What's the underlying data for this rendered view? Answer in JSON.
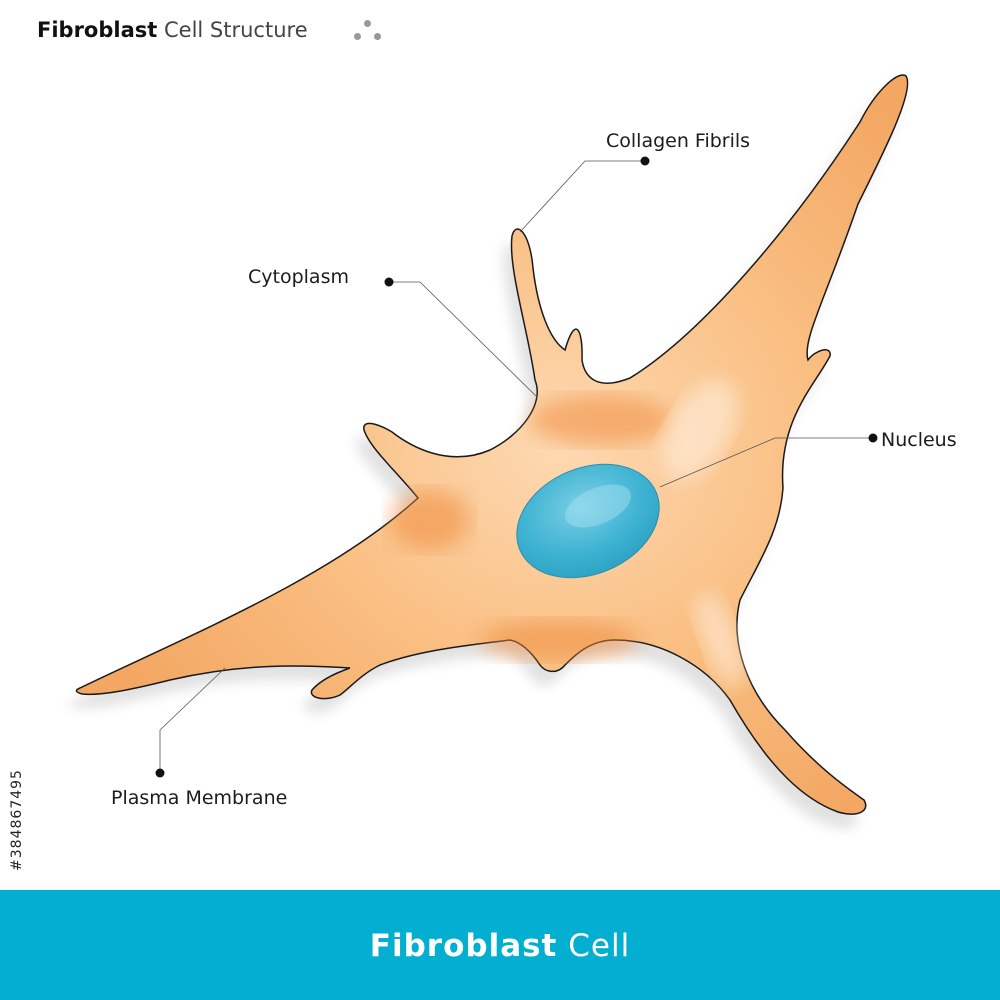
{
  "header": {
    "title_bold": "Fibroblast",
    "title_light": "Cell Structure"
  },
  "labels": {
    "collagen": "Collagen Fibrils",
    "cytoplasm": "Cytoplasm",
    "nucleus": "Nucleus",
    "membrane": "Plasma Membrane"
  },
  "side_id": "#384867495",
  "footer": {
    "title_bold": "Fibroblast",
    "title_light": "Cell"
  },
  "colors": {
    "cell": "#f7b97a",
    "nucleus": "#3fb3d2",
    "footer": "#03afd0"
  }
}
